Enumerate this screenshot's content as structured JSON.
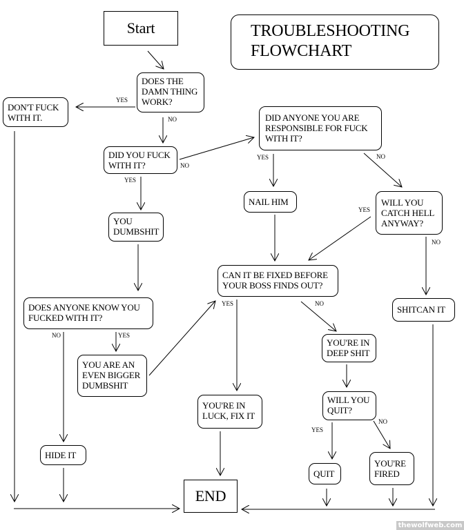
{
  "title": "TROUBLESHOOTING\nFLOWCHART",
  "nodes": {
    "start": "Start",
    "works": "DOES THE\nDAMN THING\nWORK?",
    "dont_touch": "DON'T FUCK\nWITH IT.",
    "messed": "DID YOU FUCK\nWITH IT?",
    "responsible": "DID ANYONE YOU ARE\nRESPONSIBLE FOR FUCK\nWITH IT?",
    "nail": "NAIL HIM",
    "catch_hell": "WILL YOU\nCATCH HELL\nANYWAY?",
    "dumbshit": "YOU\nDUMBSHIT",
    "fixed_before": "CAN IT BE FIXED BEFORE\nYOUR BOSS FINDS OUT?",
    "shitcan": "SHITCAN IT",
    "anyone_know": "DOES ANYONE KNOW YOU\nFUCKED WITH IT?",
    "bigger": "YOU ARE AN\nEVEN BIGGER\nDUMBSHIT",
    "deep": "YOU'RE IN\nDEEP SHIT",
    "lucky": "YOU'RE IN\nLUCK, FIX IT",
    "quit_q": "WILL YOU\nQUIT?",
    "hide": "HIDE IT",
    "quit": "QUIT",
    "fired": "YOU'RE\nFIRED",
    "end": "END"
  },
  "edge_labels": {
    "works_yes": "YES",
    "works_no": "NO",
    "messed_no": "NO",
    "messed_yes": "YES",
    "responsible_yes": "YES",
    "responsible_no": "NO",
    "catch_hell_yes": "YES",
    "catch_hell_no": "NO",
    "fixed_yes": "YES",
    "fixed_no": "NO",
    "anyone_no": "NO",
    "anyone_yes": "YES",
    "quit_yes": "YES",
    "quit_no": "NO"
  },
  "watermark": "thewolfweb.com"
}
